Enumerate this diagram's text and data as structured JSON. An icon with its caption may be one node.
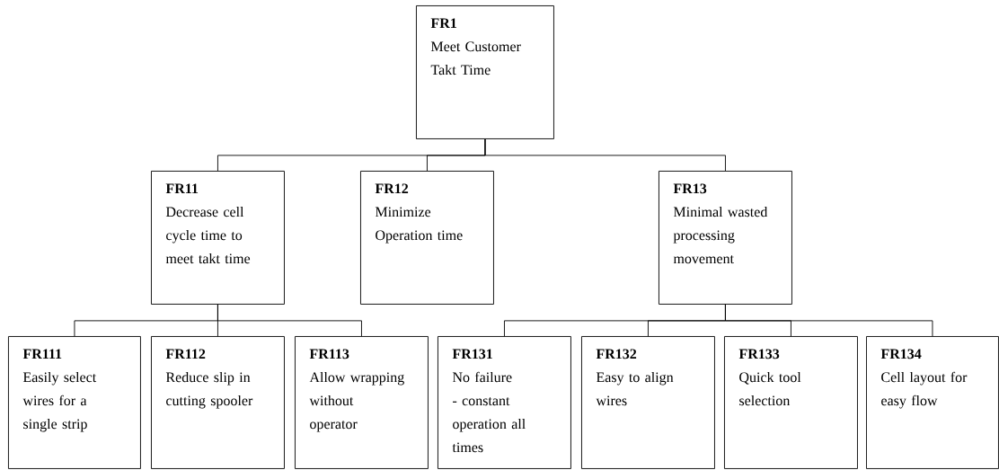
{
  "diagram": {
    "nodes": [
      {
        "text": [
          "FR1",
          "Meet Customer Takt Time"
        ]
      },
      {
        "text": [
          "FR11",
          "Decrease cell cycle time to meet takt time"
        ]
      },
      {
        "text": [
          "FR12",
          "Minimize Operation time"
        ]
      },
      {
        "text": [
          "FR13",
          "Minimal wasted processing movement"
        ]
      },
      {
        "text": [
          "FR111",
          "Easily select wires for a single strip"
        ]
      },
      {
        "text": [
          "FR112",
          "Reduce slip in cutting spooler"
        ]
      },
      {
        "text": [
          "FR113",
          "Allow wrapping without operator"
        ]
      },
      {
        "text": [
          "FR131",
          "No failure - constant operation all times"
        ]
      },
      {
        "text": [
          "FR132",
          "Easy to align wires"
        ]
      },
      {
        "text": [
          "FR133",
          "Quick tool selection"
        ]
      },
      {
        "text": [
          "FR134",
          "Cell layout for easy flow"
        ]
      }
    ],
    "edges": [
      {
        "from": 0,
        "to": 1,
        "arrow": "none"
      },
      {
        "from": 0,
        "to": 2,
        "arrow": "none"
      },
      {
        "from": 0,
        "to": 3,
        "arrow": "none"
      },
      {
        "from": 1,
        "to": 4,
        "arrow": "none"
      },
      {
        "from": 1,
        "to": 5,
        "arrow": "none"
      },
      {
        "from": 1,
        "to": 6,
        "arrow": "none"
      },
      {
        "from": 3,
        "to": 7,
        "arrow": "none"
      },
      {
        "from": 3,
        "to": 8,
        "arrow": "none"
      },
      {
        "from": 3,
        "to": 9,
        "arrow": "none"
      },
      {
        "from": 3,
        "to": 10,
        "arrow": "none"
      }
    ]
  }
}
